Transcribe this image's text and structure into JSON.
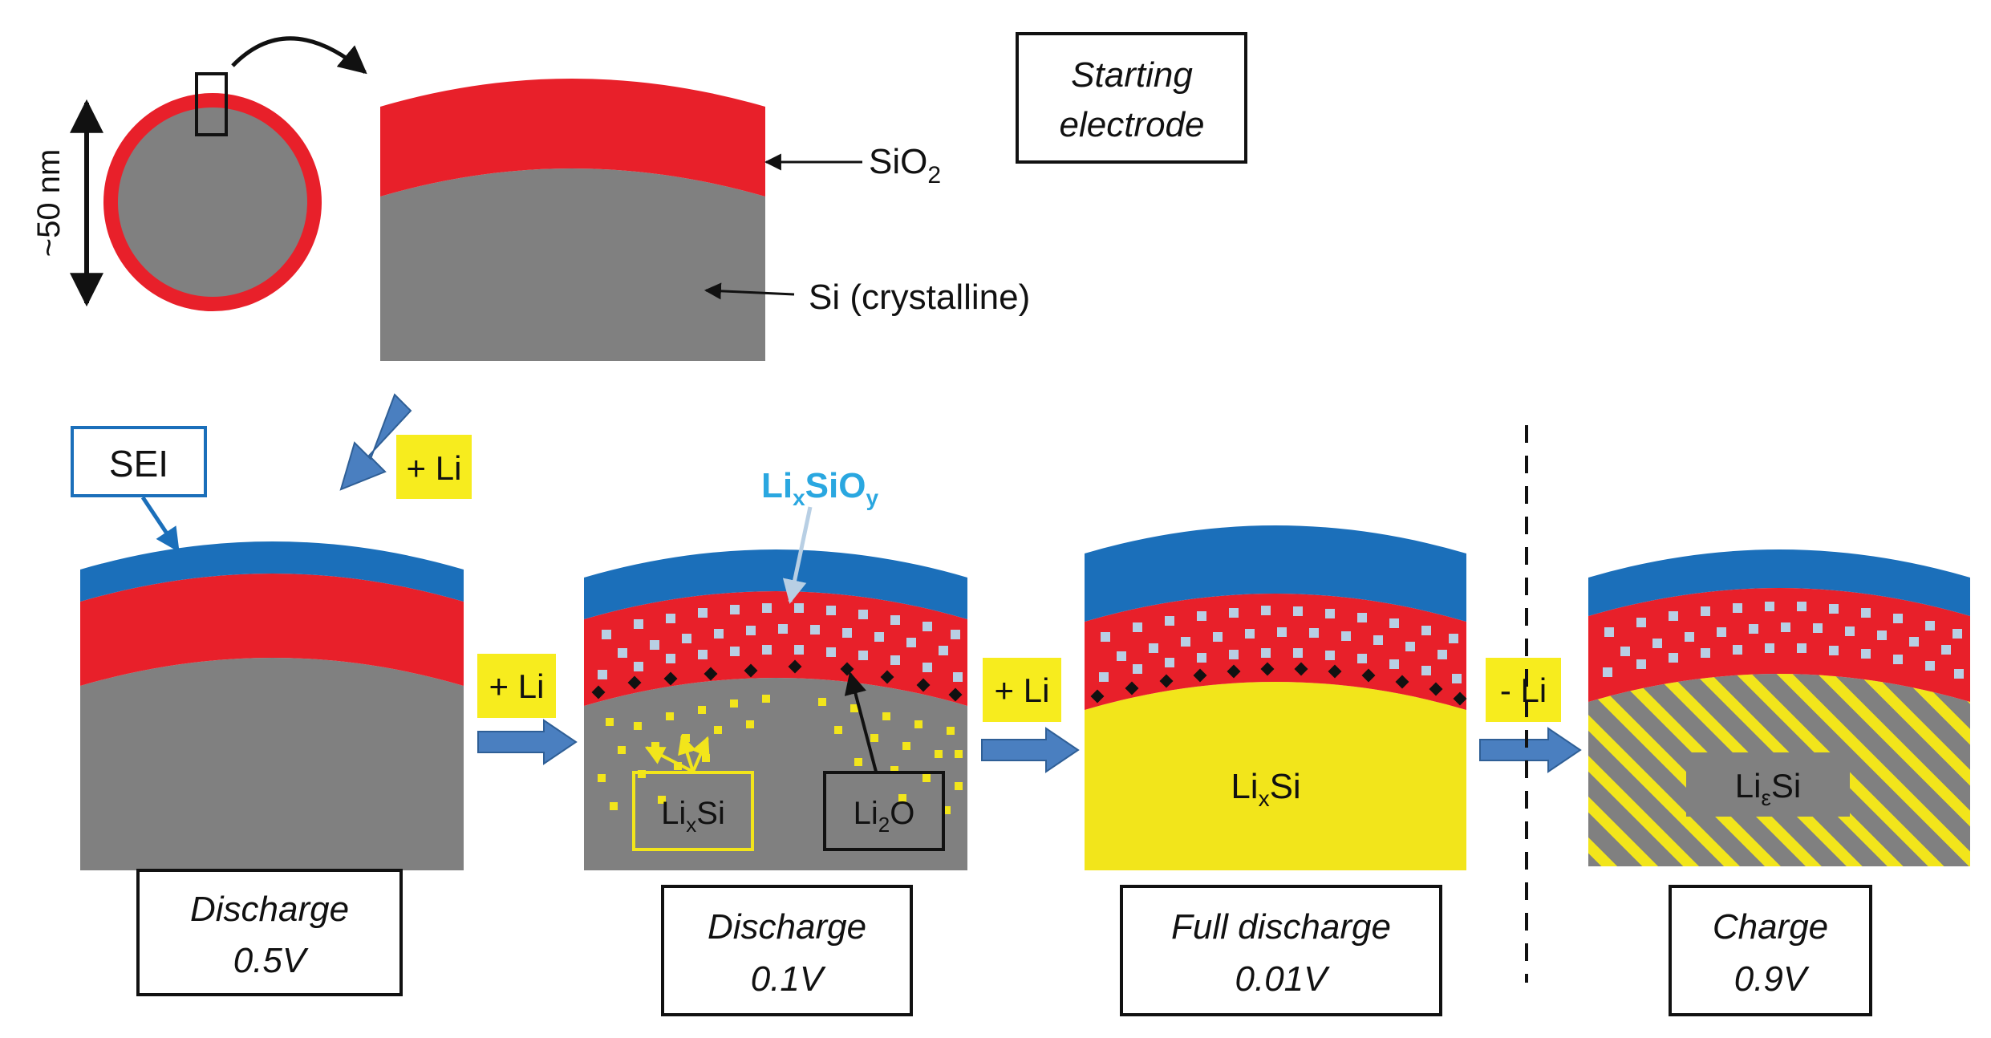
{
  "labels": {
    "size": "~50 nm",
    "starting_line1": "Starting",
    "starting_line2": "electrode",
    "sio2_main": "SiO",
    "sio2_sub": "2",
    "si_crystalline": "Si (crystalline)",
    "sei": "SEI",
    "plus_li": "+ Li",
    "minus_li": "- Li",
    "lixsioy_li": "Li",
    "lixsioy_x": "x",
    "lixsioy_sio": "SiO",
    "lixsioy_y": "y",
    "lixsi_li": "Li",
    "lixsi_x": "x",
    "lixsi_si": "Si",
    "li2o_li": "Li",
    "li2o_2": "2",
    "li2o_o": "O",
    "liesi_li": "Li",
    "liesi_e": "ε",
    "liesi_si": "Si"
  },
  "stages": [
    {
      "line1": "Discharge",
      "line2": "0.5V"
    },
    {
      "line1": "Discharge",
      "line2": "0.1V"
    },
    {
      "line1": "Full discharge",
      "line2": "0.01V"
    },
    {
      "line1": "Charge",
      "line2": "0.9V"
    }
  ],
  "colors": {
    "sio2": "#e8202a",
    "si": "#808080",
    "sei": "#1b6fba",
    "lixsi": "#f2e51b",
    "lixsioy": "#b8cfe4",
    "li2o": "#111111",
    "li_highlight": "#f7ec1e",
    "arrow": "#4a7fc0",
    "lixsioy_text": "#2aa7e0"
  }
}
